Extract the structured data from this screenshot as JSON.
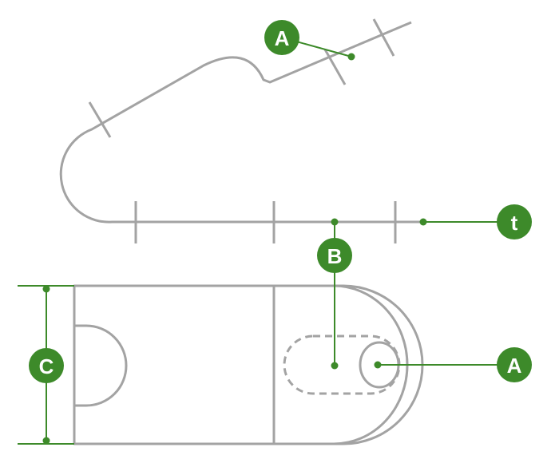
{
  "accent": "#3d8a2a",
  "stroke": "#a3a3a3",
  "labels": {
    "a_top": "A",
    "t": "t",
    "b": "B",
    "c": "C",
    "a_right": "A"
  }
}
